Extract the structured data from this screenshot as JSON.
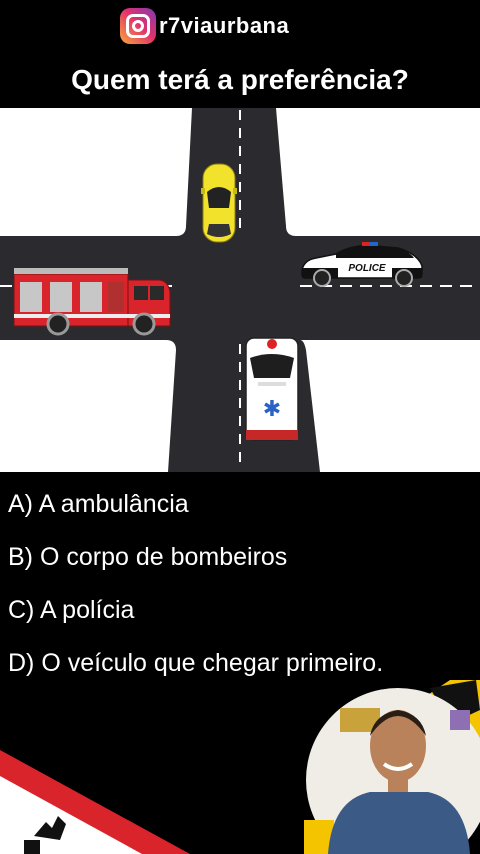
{
  "header": {
    "handle": "r7viaurbana",
    "brand_icon": "instagram-icon",
    "question": "Quem terá a preferência?"
  },
  "scene": {
    "police_label": "POLICE",
    "colors": {
      "road": "#2b2b2f",
      "car": "#f2e22c",
      "fire_truck": "#d8242a",
      "ambulance_cross": "#2a62c4"
    }
  },
  "options": [
    {
      "label": "A) A ambulância"
    },
    {
      "label": "B) O corpo de bombeiros"
    },
    {
      "label": "C) A polícia"
    },
    {
      "label": "D) O veículo que chegar primeiro."
    }
  ]
}
